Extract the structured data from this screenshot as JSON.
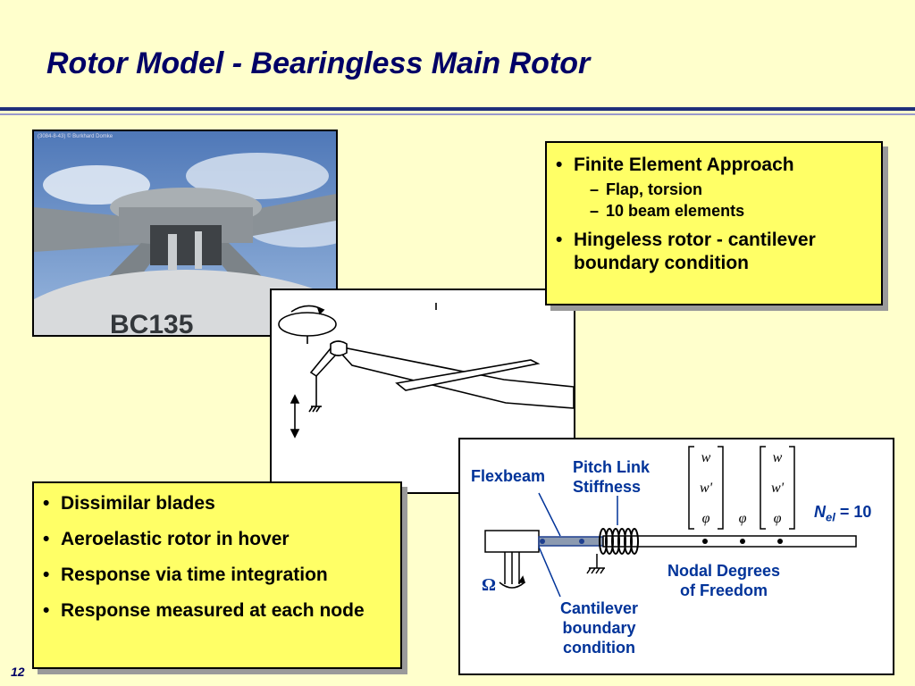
{
  "title": "Rotor Model - Bearingless Main Rotor",
  "page_number": "12",
  "photo": {
    "caption": "(3084-8-43) © Burkhard Domke",
    "fuselage_text": "BC135"
  },
  "note_fea": {
    "bullets": [
      {
        "text": "Finite Element Approach",
        "sub": [
          "Flap, torsion",
          "10 beam elements"
        ]
      },
      {
        "text": "Hingeless rotor - cantilever boundary condition"
      }
    ]
  },
  "note_sim": {
    "bullets": [
      "Dissimilar blades",
      "Aeroelastic rotor in hover",
      "Response via time integration",
      "Response measured at each node"
    ]
  },
  "diagram": {
    "flexbeam_label": "Flexbeam",
    "pitch_link_label_line1": "Pitch Link",
    "pitch_link_label_line2": "Stiffness",
    "nodal_dof_line1": "Nodal Degrees",
    "nodal_dof_line2": "of Freedom",
    "cantilever_line1": "Cantilever",
    "cantilever_line2": "boundary",
    "cantilever_line3": "condition",
    "omega_symbol": "Ω",
    "nel_symbol": "N",
    "nel_subscript": "el",
    "nel_value": "= 10",
    "matrix_1": [
      "w",
      "w'",
      "φ"
    ],
    "single_phi": "φ",
    "matrix_2": [
      "w",
      "w'",
      "φ"
    ]
  },
  "colors": {
    "title": "#000066",
    "label_blue": "#003399",
    "note_fill": "#ffff66",
    "background": "#ffffcc"
  }
}
